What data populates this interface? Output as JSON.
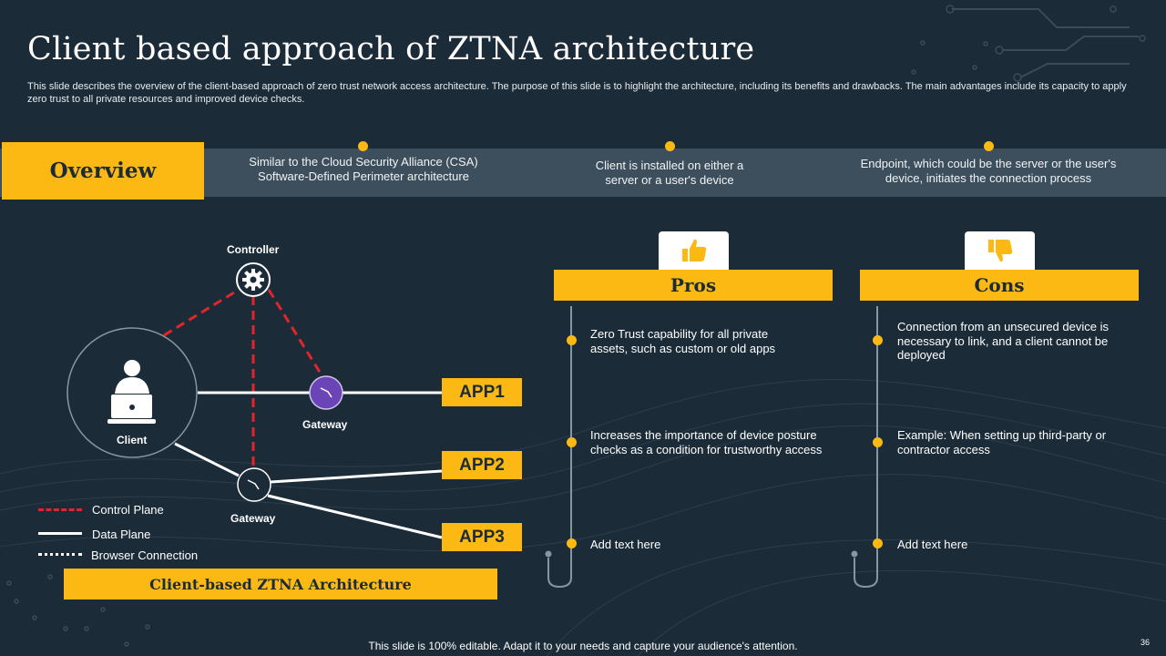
{
  "slide": {
    "title": "Client based approach of ZTNA architecture",
    "description": "This slide describes the overview of the client-based approach of zero trust network access architecture. The purpose of this slide is to highlight the architecture, including its benefits and drawbacks. The main advantages include its capacity to apply zero trust to all private resources and improved device checks.",
    "footer": "This slide is 100% editable. Adapt it to your needs and capture your audience's attention.",
    "page_number": "36"
  },
  "overview": {
    "label": "Overview",
    "items": [
      "Similar to the Cloud Security Alliance (CSA) Software-Defined  Perimeter architecture",
      "Client is installed on either a server  or a user's device",
      "Endpoint, which could be the server or the user's device, initiates the connection process"
    ]
  },
  "diagram": {
    "controller_label": "Controller",
    "client_label": "Client",
    "gateway_top_label": "Gateway",
    "gateway_bottom_label": "Gateway",
    "apps": [
      "APP1",
      "APP2",
      "APP3"
    ],
    "legend": [
      "Control Plane",
      "Data Plane",
      "Browser Connection"
    ],
    "caption": "Client-based ZTNA Architecture"
  },
  "pros": {
    "title": "Pros",
    "icon": "thumbs-up-icon",
    "items": [
      "Zero Trust capability for all private assets, such as custom or old apps",
      "Increases the importance of device posture checks as a condition for trustworthy access",
      "Add text here"
    ]
  },
  "cons": {
    "title": "Cons",
    "icon": "thumbs-down-icon",
    "items": [
      "Connection from an unsecured device is necessary to link, and a client cannot be deployed",
      "Example: When setting up third-party or contractor access",
      "Add text here"
    ]
  },
  "colors": {
    "background": "#1b2b38",
    "accent": "#fcb813",
    "band": "#3d4f5d",
    "control_plane": "#e0262b",
    "gateway_purple": "#6b45b8"
  }
}
